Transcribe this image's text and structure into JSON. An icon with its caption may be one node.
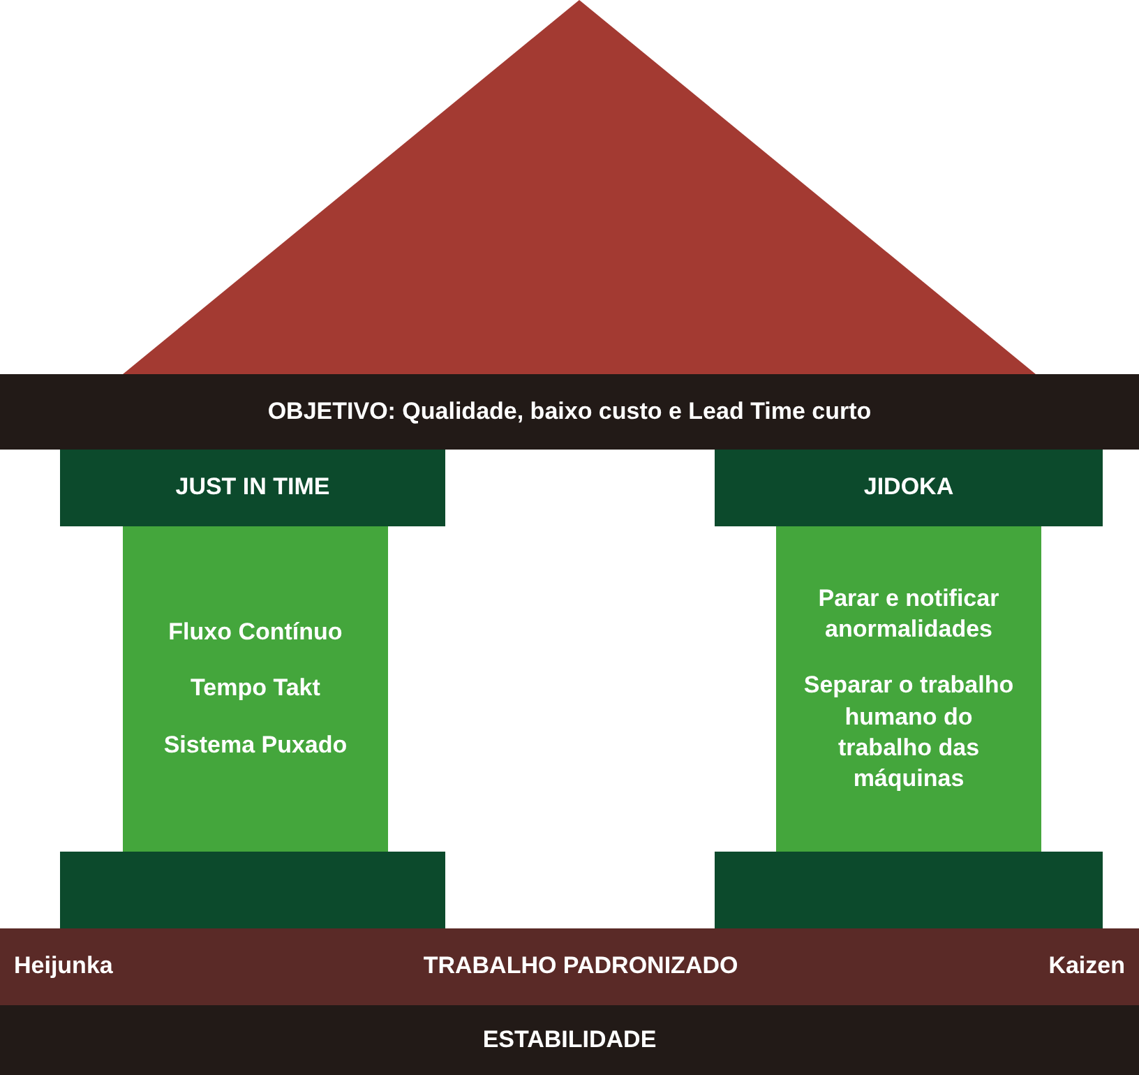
{
  "diagram": {
    "nodes": [
      {
        "text": [],
        "shape": "triangle"
      },
      {
        "text": [
          "OBJETIVO: Qualidade, baixo custo e Lead Time curto"
        ]
      },
      {
        "text": [
          "JUST IN TIME"
        ]
      },
      {
        "text": [
          "Fluxo Contínuo",
          "Tempo Takt",
          "Sistema Puxado"
        ]
      },
      {
        "text": [
          "JIDOKA"
        ]
      },
      {
        "text": [
          "Parar e notificar anormalidades",
          "Separar o trabalho humano do trabalho das máquinas"
        ]
      },
      {
        "text": [],
        "shape": "box"
      },
      {
        "text": [],
        "shape": "box"
      },
      {
        "text": [
          "Heijunka",
          "TRABALHO PADRONIZADO",
          "Kaizen"
        ]
      },
      {
        "text": [
          "ESTABILIDADE"
        ]
      }
    ]
  }
}
